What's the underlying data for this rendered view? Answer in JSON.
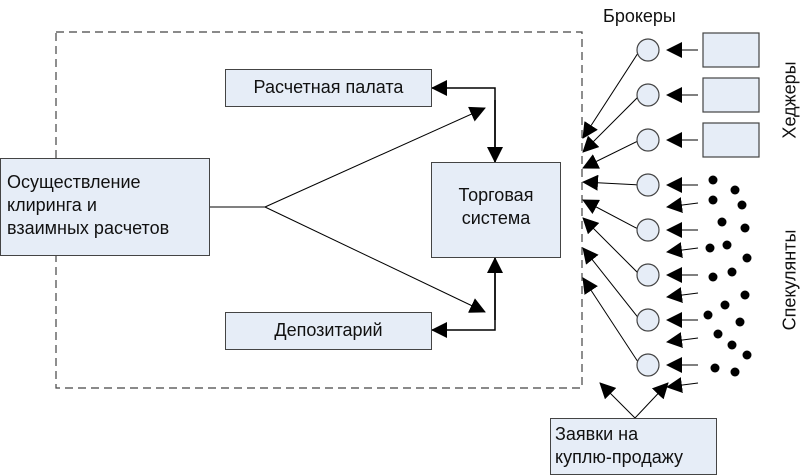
{
  "diagram": {
    "clearing_box": {
      "lines": [
        "Осуществление",
        "клиринга и",
        "взаимных расчетов"
      ]
    },
    "clearing_house": "Расчетная палата",
    "trading_system": {
      "lines": [
        "Торговая",
        "система"
      ]
    },
    "depository": "Депозитарий",
    "brokers_label": "Брокеры",
    "hedgers_label": "Хеджеры",
    "speculators_label": "Спекулянты",
    "orders_box": {
      "lines": [
        "Заявки на",
        "куплю-продажу"
      ]
    },
    "broker_count": 8,
    "hedger_count": 3,
    "colors": {
      "box_fill": "#e6edf7",
      "line": "#000000",
      "border": "#444444"
    }
  }
}
